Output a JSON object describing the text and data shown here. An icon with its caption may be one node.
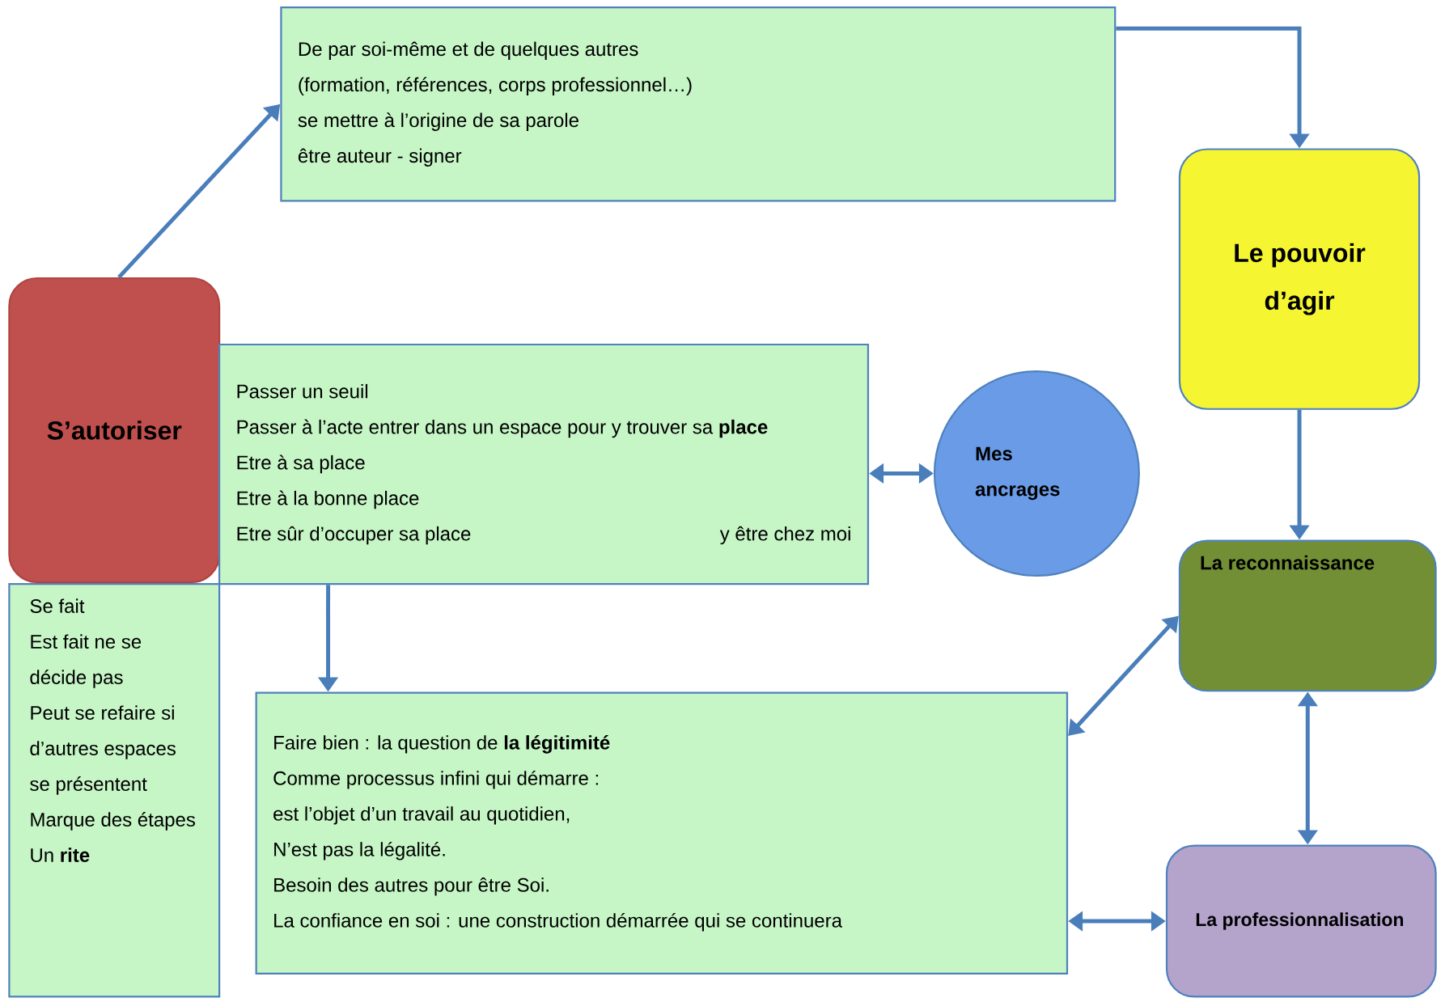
{
  "diagram": {
    "nodes": [
      {
        "text": [
          "De par soi-même et de quelques autres",
          "(formation, références, corps professionnel…)",
          "se mettre à l’origine de sa parole",
          "être auteur - signer"
        ]
      },
      {
        "text": [
          "S’autoriser"
        ]
      },
      {
        "text": [
          "Passer un seuil",
          "Passer à l’acte entrer dans un espace pour y trouver sa **place**",
          "Etre à sa place",
          "Etre à la bonne place",
          "Etre sûr d’occuper sa place",
          "y être chez moi"
        ]
      },
      {
        "text": [
          "Mes ancrages"
        ]
      },
      {
        "text": [
          "Le pouvoir d’agir"
        ]
      },
      {
        "text": [
          "La reconnaissance"
        ]
      },
      {
        "text": [
          "Se fait",
          "Est fait ne se décide pas",
          "Peut se refaire si d’autres espaces se présentent",
          "Marque des étapes",
          "Un **rite**"
        ]
      },
      {
        "text": [
          "Faire bien : la question de **la légitimité**",
          "Comme processus infini qui démarre :",
          "est l’objet d’un travail au quotidien,",
          "N’est pas la légalité.",
          "Besoin des autres pour être Soi.",
          "La confiance en soi : une construction démarrée qui se continuera"
        ]
      },
      {
        "text": [
          "La professionnalisation"
        ]
      }
    ],
    "edges": [
      {
        "from": 1,
        "to": 0,
        "arrow": "to"
      },
      {
        "from": 0,
        "to": 4,
        "arrow": "to"
      },
      {
        "from": 2,
        "to": 3,
        "arrow": "both"
      },
      {
        "from": 2,
        "to": 7,
        "arrow": "to"
      },
      {
        "from": 4,
        "to": 5,
        "arrow": "to"
      },
      {
        "from": 5,
        "to": 7,
        "arrow": "both"
      },
      {
        "from": 5,
        "to": 8,
        "arrow": "both"
      },
      {
        "from": 7,
        "to": 8,
        "arrow": "both"
      }
    ]
  }
}
